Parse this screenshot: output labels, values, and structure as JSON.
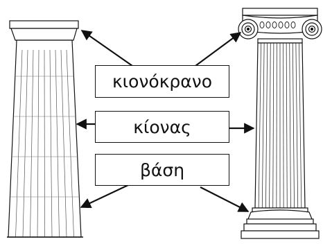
{
  "labels": {
    "capital": "κιονόκρανο",
    "column": "κίονας",
    "base": "βάση"
  },
  "colors": {
    "ink": "#111111",
    "paper": "#ffffff",
    "fine_line": "#555555"
  },
  "icons": [
    "doric-column-drawing",
    "ionic-column-drawing",
    "arrow"
  ]
}
